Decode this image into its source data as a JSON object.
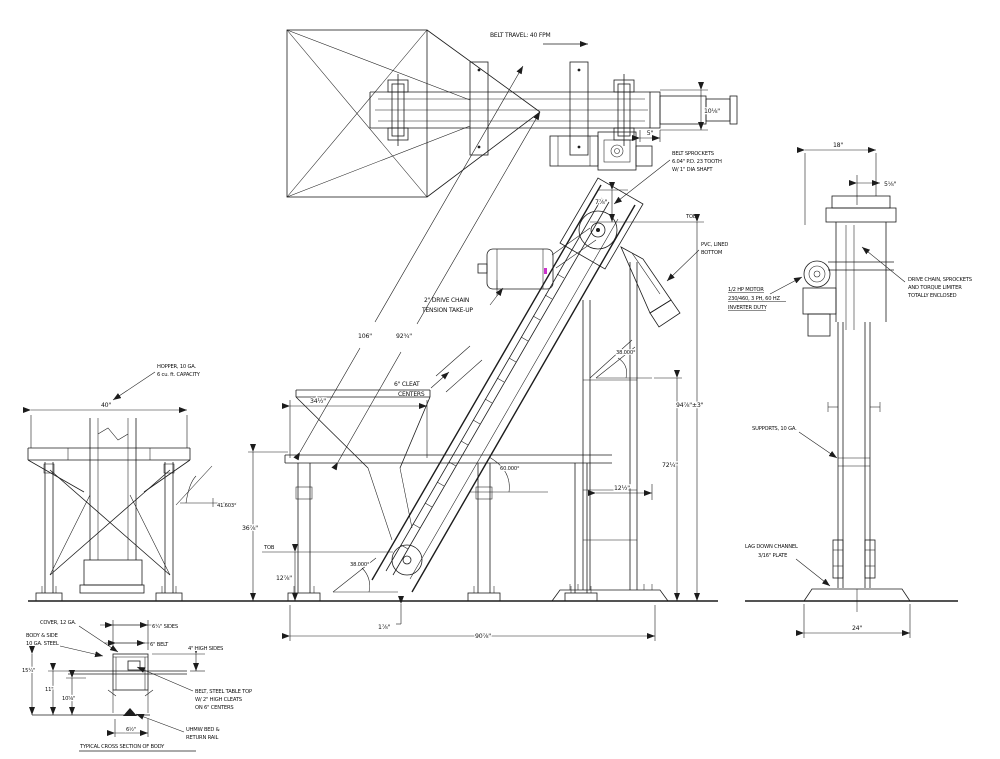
{
  "drawing": {
    "top_view": {
      "belt_travel": "BELT TRAVEL: 40 FPM",
      "dim_conveyor_width": "10⅛\"",
      "dim_head_offset": "5\""
    },
    "elevation": {
      "label_belt_sprockets": [
        "BELT SPROCKETS",
        "6.04\" P.D. 23 TOOTH",
        "W/ 1\" DIA SHAFT"
      ],
      "label_tension": [
        "2\" DRIVE CHAIN",
        "TENSION TAKE-UP"
      ],
      "label_cleats": [
        "6\" CLEAT",
        "CENTERS"
      ],
      "label_pvc": [
        "PVC, LINED",
        "BOTTOM"
      ],
      "dim_incline_overall": "106\"",
      "dim_incline_cleated": "92¾\"",
      "dim_hopper_span": "34½\"",
      "dim_table_height": "36⅞\"",
      "dim_tob_height": "12⅞\"",
      "tob_tail": "TOB",
      "tob_head": "TOB",
      "angle_tail": "38.000°",
      "angle_incline": "60.000°",
      "angle_head": "38.000°",
      "dim_head_clearance": "7⅞\"",
      "dim_support_offset": "12½\"",
      "dim_support_height": "72¼\"",
      "dim_discharge_height": "94⅞\"±3\"",
      "dim_tail_offset": "1⅞\"",
      "dim_overall_length": "90⅞\""
    },
    "hopper_view": {
      "label_hopper": [
        "HOPPER, 10 GA.",
        "6 cu. ft. CAPACITY"
      ],
      "dim_width": "40\"",
      "angle_side": "41.603°"
    },
    "tower_view": {
      "dim_width": "18\"",
      "dim_offset": "5⅛\"",
      "label_motor": [
        "1/2 HP MOTOR",
        "230/460, 3 PH, 60 HZ",
        "INVERTER DUTY"
      ],
      "label_drive": [
        "DRIVE CHAIN, SPROCKETS",
        "AND TORQUE LIMITER",
        "TOTALLY ENCLOSED"
      ],
      "label_supports": "SUPPORTS, 10 GA.",
      "label_lag": [
        "LAG DOWN CHANNEL",
        "3/16\" PLATE"
      ],
      "dim_base": "24\""
    },
    "cross_section": {
      "label_cover": "COVER, 12 GA.",
      "label_body": [
        "BODY & SIDE",
        "10 GA. STEEL"
      ],
      "dim_sides": "6¼\" SIDES",
      "dim_belt": "6\" BELT",
      "label_high_sides": "4\" HIGH SIDES",
      "label_belt_detail": [
        "BELT, STEEL TABLE TOP",
        "W/ 2\" HIGH CLEATS",
        "ON 6\" CENTERS"
      ],
      "label_uhmw": [
        "UHMW BED &",
        "RETURN RAIL"
      ],
      "dim_height_overall": "15¼\"",
      "dim_height_belt": "11\"",
      "dim_height_bed": "10⅝\"",
      "dim_bottom": "6½\"",
      "title": "TYPICAL CROSS SECTION OF BODY"
    }
  }
}
